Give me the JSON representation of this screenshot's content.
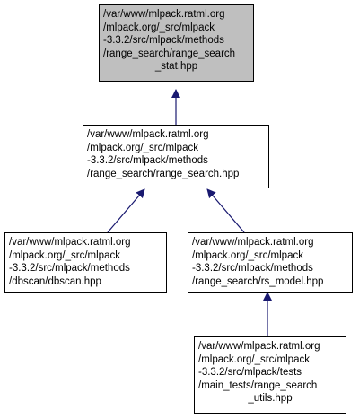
{
  "graph": {
    "colors": {
      "edge": "#191970",
      "root_fill": "#bfbfbf",
      "node_fill": "#ffffff",
      "border": "#000000"
    },
    "nodes": [
      {
        "id": "range_search_stat",
        "lines": [
          "/var/www/mlpack.ratml.org",
          "/mlpack.org/_src/mlpack",
          "-3.3.2/src/mlpack/methods",
          "/range_search/range_search",
          "_stat.hpp"
        ]
      },
      {
        "id": "range_search",
        "lines": [
          "/var/www/mlpack.ratml.org",
          "/mlpack.org/_src/mlpack",
          "-3.3.2/src/mlpack/methods",
          "/range_search/range_search.hpp"
        ]
      },
      {
        "id": "dbscan",
        "lines": [
          "/var/www/mlpack.ratml.org",
          "/mlpack.org/_src/mlpack",
          "-3.3.2/src/mlpack/methods",
          "/dbscan/dbscan.hpp"
        ]
      },
      {
        "id": "rs_model",
        "lines": [
          "/var/www/mlpack.ratml.org",
          "/mlpack.org/_src/mlpack",
          "-3.3.2/src/mlpack/methods",
          "/range_search/rs_model.hpp"
        ]
      },
      {
        "id": "range_search_utils",
        "lines": [
          "/var/www/mlpack.ratml.org",
          "/mlpack.org/_src/mlpack",
          "-3.3.2/src/mlpack/tests",
          "/main_tests/range_search",
          "_utils.hpp"
        ]
      }
    ],
    "edges": [
      {
        "from": "range_search",
        "to": "range_search_stat"
      },
      {
        "from": "dbscan",
        "to": "range_search"
      },
      {
        "from": "rs_model",
        "to": "range_search"
      },
      {
        "from": "range_search_utils",
        "to": "rs_model"
      }
    ]
  }
}
